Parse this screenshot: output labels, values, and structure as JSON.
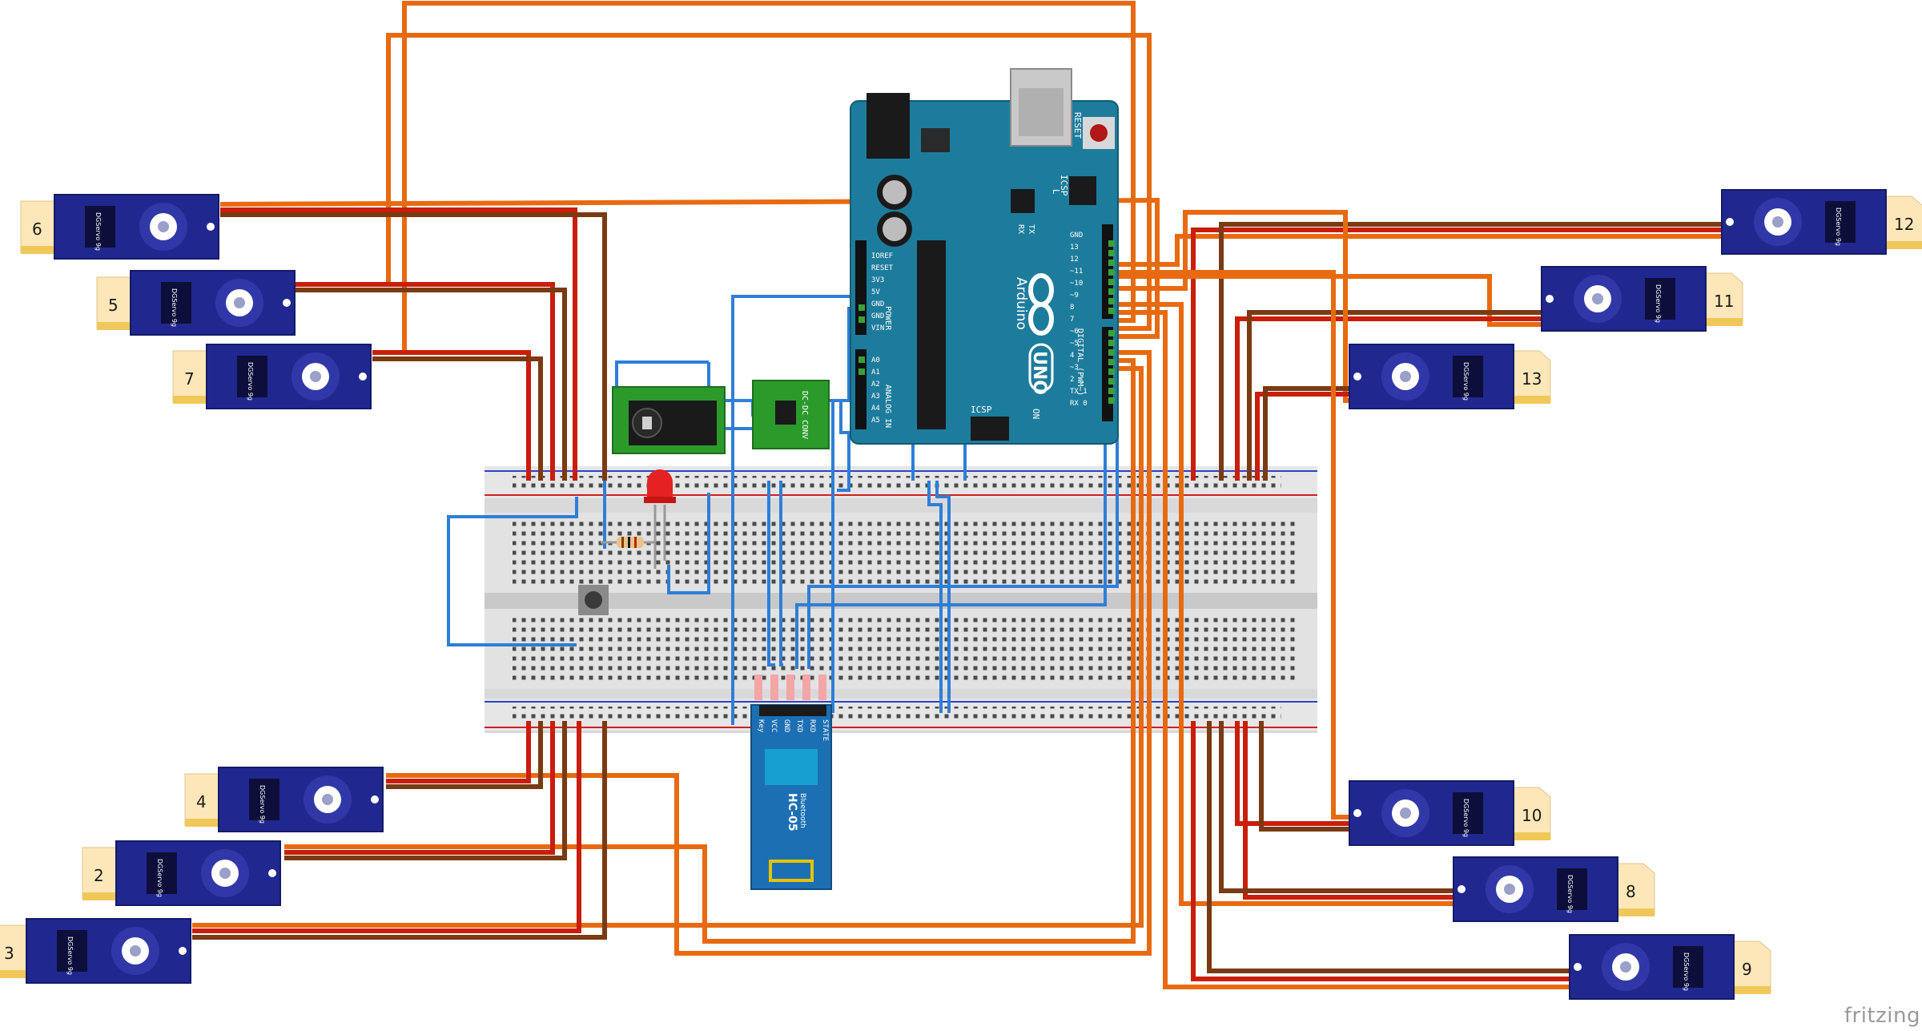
{
  "colors": {
    "wire_orange": "#e86a10",
    "wire_red": "#c81e0a",
    "wire_brown": "#7a3a12",
    "wire_blue": "#2f7ed8",
    "servo_body": "#20288f",
    "arduino_body": "#1d7c9c",
    "breadboard": "#d9d9d9",
    "label_tag": "#fde7b8",
    "pcb_green": "#2b9a2b"
  },
  "servo_text": "DGServo 9g",
  "servos": [
    {
      "id": "6",
      "number": "6"
    },
    {
      "id": "5",
      "number": "5"
    },
    {
      "id": "7",
      "number": "7"
    },
    {
      "id": "4",
      "number": "4"
    },
    {
      "id": "2",
      "number": "2"
    },
    {
      "id": "3",
      "number": "3"
    },
    {
      "id": "12",
      "number": "12"
    },
    {
      "id": "11",
      "number": "11"
    },
    {
      "id": "13",
      "number": "13"
    },
    {
      "id": "10",
      "number": "10"
    },
    {
      "id": "8",
      "number": "8"
    },
    {
      "id": "9",
      "number": "9"
    }
  ],
  "arduino": {
    "brand": "Arduino",
    "model": "UNO",
    "reset_label": "RESET",
    "icsp_label": "ICSP",
    "power_header": [
      "IOREF",
      "RESET",
      "3V3",
      "5V",
      "GND",
      "GND",
      "VIN"
    ],
    "power_label": "POWER",
    "analog_header": [
      "A0",
      "A1",
      "A2",
      "A3",
      "A4",
      "A5"
    ],
    "analog_label": "ANALOG IN",
    "digital_header": [
      "GND",
      "13",
      "12",
      "~11",
      "~10",
      "~9",
      "8",
      "7",
      "~6",
      "~5",
      "4",
      "~3",
      "2",
      "TX 1",
      "RX 0"
    ],
    "digital_label": "DIGITAL (PWM~)",
    "on_label": "ON",
    "l_label": "L",
    "tx_label": "TX",
    "rx_label": "RX"
  },
  "bt_module": {
    "name": "HC-05",
    "subtitle": "Bluetooth",
    "pins": [
      "Key",
      "VCC",
      "GND",
      "TXD",
      "RXD",
      "STATE"
    ]
  },
  "dcdc": {
    "label": "DC-DC CONV"
  },
  "watermark": "fritzing"
}
